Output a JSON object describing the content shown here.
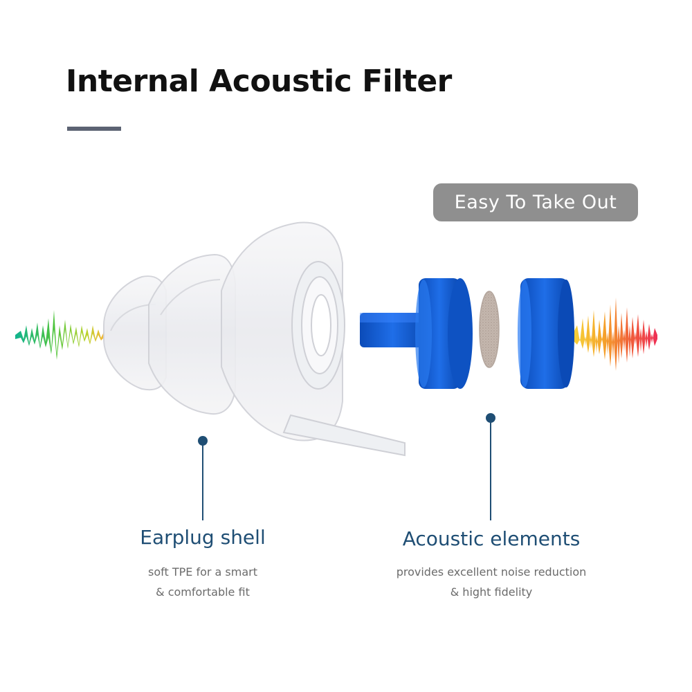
{
  "title": "Internal Acoustic Filter",
  "badge": "Easy To Take Out",
  "callouts": {
    "shell": {
      "heading": "Earplug shell",
      "line1": "soft TPE for a smart",
      "line2": "& comfortable fit"
    },
    "acoustic": {
      "heading": "Acoustic elements",
      "line1": "provides excellent noise reduction",
      "line2": "& hight fidelity"
    }
  },
  "colors": {
    "title": "#111111",
    "accent_line": "#5c6373",
    "badge_bg": "#8f8f8f",
    "callout_heading": "#1f4e74",
    "callout_sub": "#6b6b6b",
    "filter_blue": "#1560d6"
  }
}
